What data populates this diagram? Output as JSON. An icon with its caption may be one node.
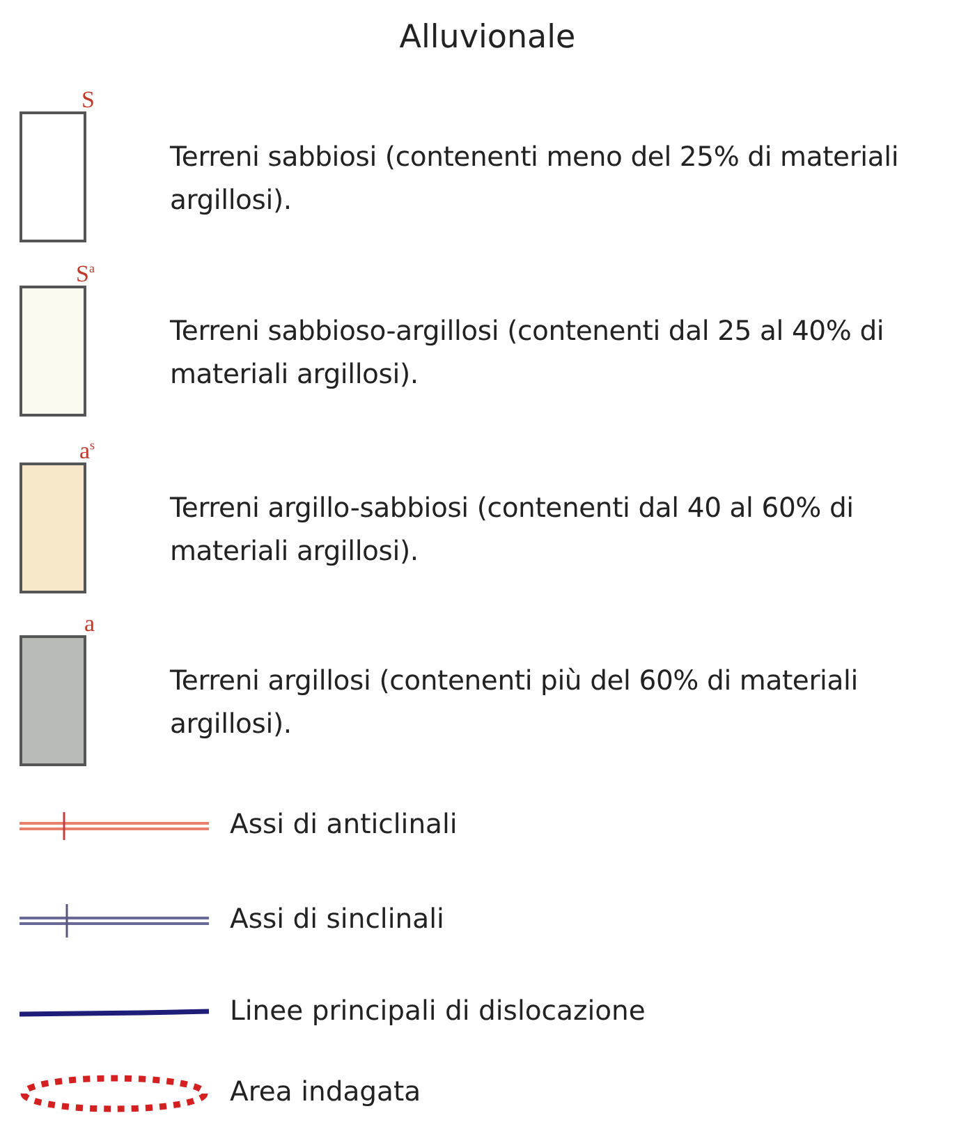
{
  "diagram": {
    "title": "Alluvionale",
    "labels": [
      "S",
      "S$^{a}$",
      "a$^{s}$",
      "a"
    ],
    "legend": [
      {
        "text": "Terreni sabbiosi (contenenti meno del 25% di materiali argillosi).",
        "color": "#ffffff"
      },
      {
        "text": "Terreni sabbioso-argillosi (contenenti dal 25 al 40% di materiali argillosi).",
        "color": "#fbfaee"
      },
      {
        "text": "Terreni argillo-sabbiosi (contenenti dal 40 al 60% di materiali argillosi).",
        "color": "#f6e8c8"
      },
      {
        "text": "Terreni argillosi (contenenti più del 60% di materiali argillosi).",
        "color": "#b8bbb6"
      },
      {
        "text": "Assi di anticlinali"
      },
      {
        "text": "Assi di sinclinali"
      },
      {
        "text": "Linee principali di dislocazione"
      },
      {
        "text": "Area indagata"
      }
    ]
  }
}
